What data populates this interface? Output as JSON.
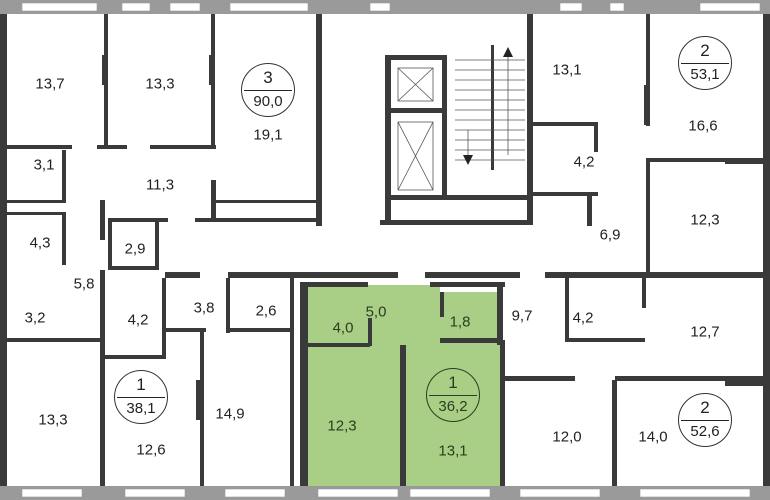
{
  "colors": {
    "wall": "#3a3a3a",
    "highlight": "#a9cf86",
    "highlight_wall": "#3f6d2a",
    "window": "#9a9a9a"
  },
  "apartments": [
    {
      "id": "apt-3-left",
      "rooms_count": "3",
      "area": "90,0",
      "highlighted": false,
      "rooms": [
        "13,7",
        "13,3",
        "19,1",
        "11,3",
        "3,1",
        "4,3",
        "2,9",
        "5,8",
        "3,2"
      ]
    },
    {
      "id": "apt-1-left",
      "rooms_count": "1",
      "area": "38,1",
      "highlighted": false,
      "rooms": [
        "4,2",
        "3,8",
        "2,6",
        "13,3",
        "12,6",
        "14,9"
      ]
    },
    {
      "id": "apt-1-green",
      "rooms_count": "1",
      "area": "36,2",
      "highlighted": true,
      "rooms": [
        "4,0",
        "5,0",
        "1,8",
        "12,3",
        "13,1"
      ]
    },
    {
      "id": "apt-2-bottom-right",
      "rooms_count": "2",
      "area": "52,6",
      "highlighted": false,
      "rooms": [
        "9,7",
        "4,2",
        "12,7",
        "12,0",
        "14,0"
      ]
    },
    {
      "id": "apt-2-top-right",
      "rooms_count": "2",
      "area": "53,1",
      "highlighted": false,
      "rooms": [
        "13,1",
        "16,6",
        "4,2",
        "12,3",
        "6,9"
      ]
    }
  ]
}
